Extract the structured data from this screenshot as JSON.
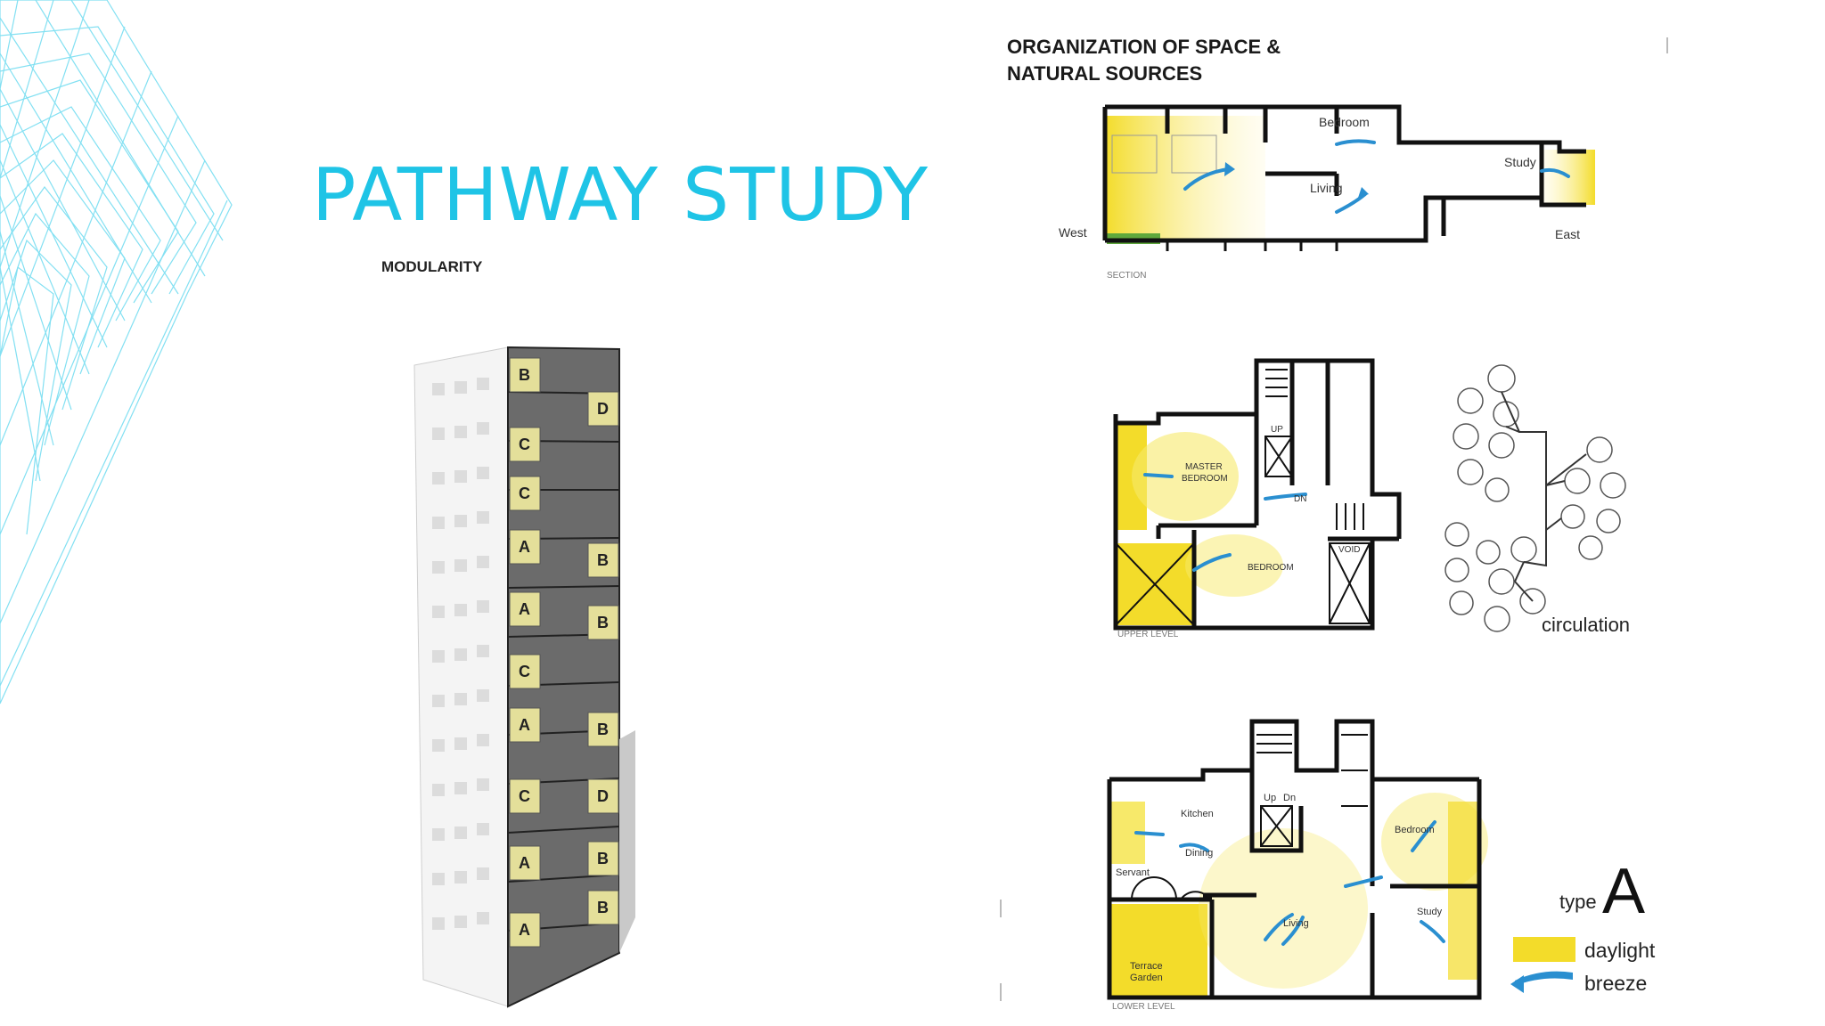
{
  "slide": {
    "title": "PATHWAY STUDY",
    "subtitle": "MODULARITY",
    "right_title_line1": "ORGANIZATION OF SPACE &",
    "right_title_line2": "NATURAL SOURCES"
  },
  "tower": {
    "left_labels": [
      "B",
      "C",
      "C",
      "A",
      "A",
      "C",
      "A",
      "C",
      "A",
      "A"
    ],
    "right_labels": [
      "D",
      "B",
      "B",
      "B",
      "D",
      "B",
      "B"
    ]
  },
  "section": {
    "label_bedroom": "Bedroom",
    "label_living": "Living",
    "label_study": "Study",
    "label_west": "West",
    "label_east": "East",
    "caption": "SECTION"
  },
  "upper": {
    "label_master": "MASTER",
    "label_master2": "BEDROOM",
    "label_bedroom": "BEDROOM",
    "label_void": "VOID",
    "label_up": "UP",
    "label_dn": "DN",
    "caption": "UPPER LEVEL",
    "circulation": "circulation"
  },
  "lower": {
    "label_kitchen": "Kitchen",
    "label_dining": "Dining",
    "label_servant": "Servant",
    "label_living": "Living",
    "label_bedroom": "Bedroom",
    "label_study": "Study",
    "label_terrace": "Terrace",
    "label_garden": "Garden",
    "label_up": "Up",
    "label_dn": "Dn",
    "caption": "LOWER LEVEL"
  },
  "legend": {
    "type_word": "type",
    "type_letter": "A",
    "daylight": "daylight",
    "breeze": "breeze"
  },
  "colors": {
    "accent": "#1fc4e6",
    "daylight": "#f3dc2a",
    "breeze": "#2a8fd0",
    "tower_yellow": "#e4df9a"
  }
}
